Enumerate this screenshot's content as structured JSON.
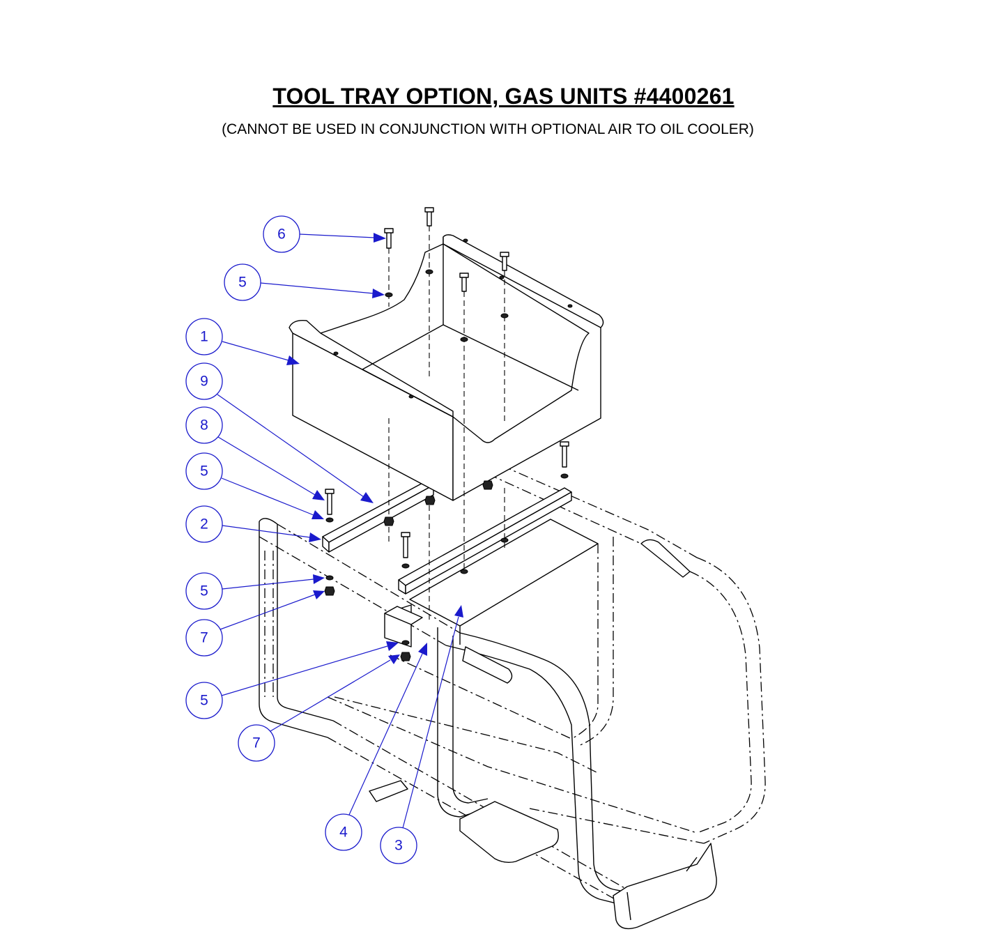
{
  "title": "TOOL TRAY OPTION, GAS UNITS #4400261",
  "subtitle": "(CANNOT BE USED IN CONJUNCTION WITH OPTIONAL AIR TO OIL COOLER)",
  "callouts": [
    {
      "label": "6"
    },
    {
      "label": "5"
    },
    {
      "label": "1"
    },
    {
      "label": "9"
    },
    {
      "label": "8"
    },
    {
      "label": "5"
    },
    {
      "label": "2"
    },
    {
      "label": "5"
    },
    {
      "label": "7"
    },
    {
      "label": "5"
    },
    {
      "label": "7"
    },
    {
      "label": "4"
    },
    {
      "label": "3"
    }
  ],
  "colors": {
    "callout": "#1a1acc",
    "line": "#000000",
    "background": "#ffffff"
  }
}
